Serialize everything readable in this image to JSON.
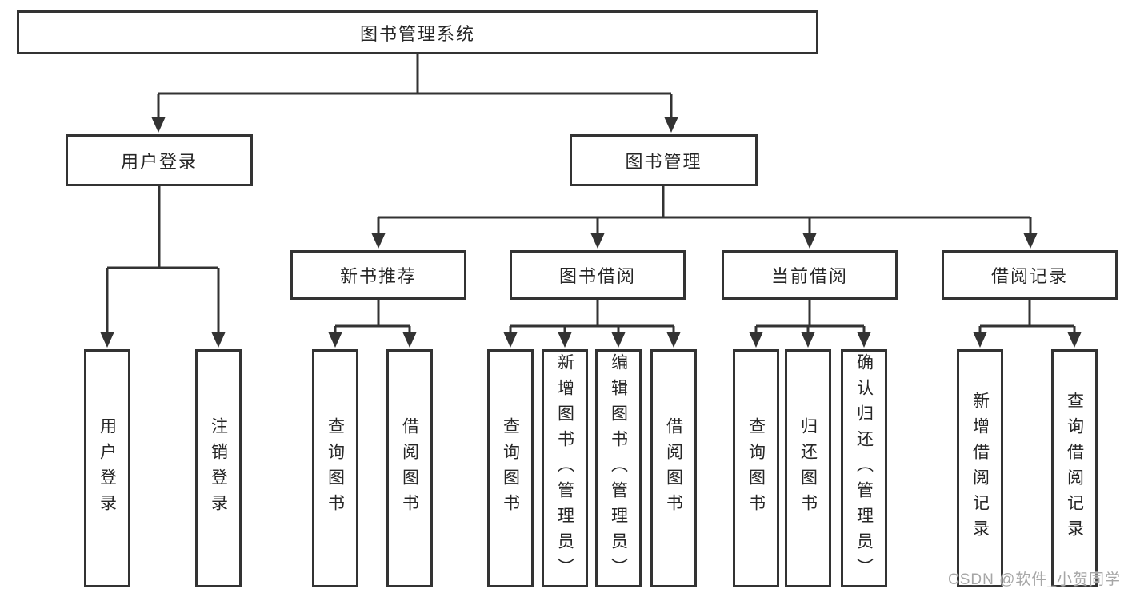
{
  "root": {
    "label": "图书管理系统"
  },
  "level2": {
    "user_login": "用户登录",
    "book_management": "图书管理"
  },
  "level3": {
    "new_books": "新书推荐",
    "book_borrowing": "图书借阅",
    "current_borrowing": "当前借阅",
    "borrowing_records": "借阅记录"
  },
  "leaves": {
    "user_login": [
      "用户登录",
      "注销登录"
    ],
    "new_books": [
      "查询图书",
      "借阅图书"
    ],
    "book_borrowing": [
      "查询图书",
      "新增图书（管理员）",
      "编辑图书（管理员）",
      "借阅图书"
    ],
    "current_borrowing": [
      "查询图书",
      "归还图书",
      "确认归还（管理员）"
    ],
    "borrowing_records": [
      "新增借阅记录",
      "查询借阅记录"
    ]
  },
  "watermark": "CSDN @软件_小贺同学",
  "colors": {
    "line": "#333333",
    "text": "#262626",
    "box_background": "#ffffff",
    "watermark": "#a6a6a6"
  }
}
